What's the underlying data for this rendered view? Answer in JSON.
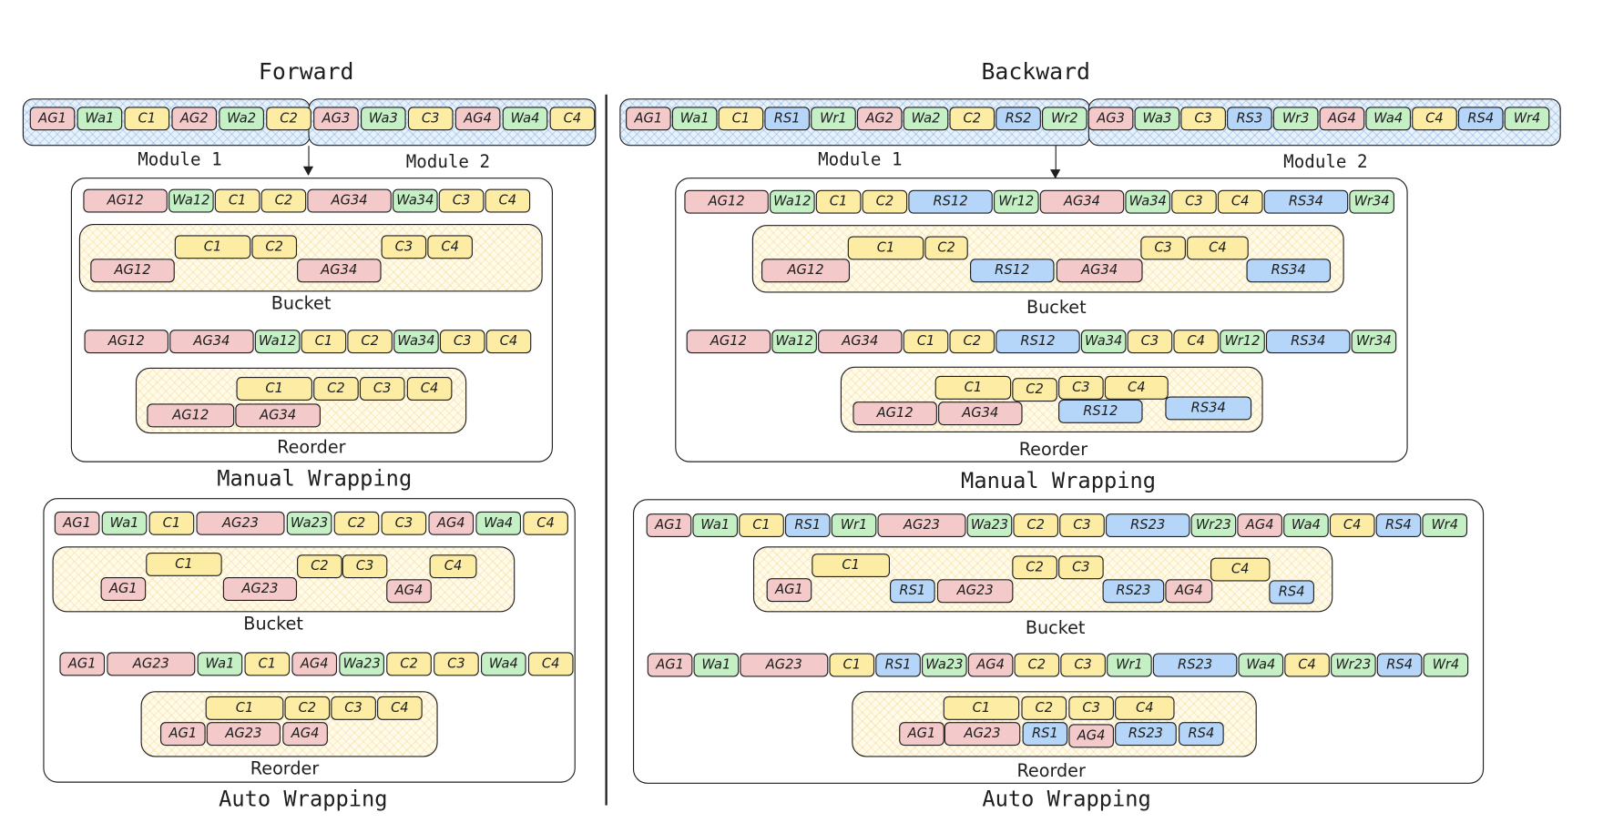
{
  "titles": {
    "forward": "Forward",
    "backward": "Backward"
  },
  "labels": {
    "module1": "Module 1",
    "module2": "Module 2",
    "bucket": "Bucket",
    "reorder": "Reorder",
    "manual": "Manual Wrapping",
    "auto": "Auto Wrapping"
  },
  "colors": {
    "AG": "#f3c9c9",
    "Wa": "#c5efc5",
    "Wr": "#c5efc5",
    "C": "#fdeca3",
    "RS": "#b5d6f8"
  },
  "forward": {
    "module_row": [
      "AG1",
      "Wa1",
      "C1",
      "AG2",
      "Wa2",
      "C2",
      "AG3",
      "Wa3",
      "C3",
      "AG4",
      "Wa4",
      "C4"
    ],
    "manual": {
      "bucket_seq": [
        "AG12",
        "Wa12",
        "C1",
        "C2",
        "AG34",
        "Wa34",
        "C3",
        "C4"
      ],
      "bucket_compute": [
        "C1",
        "C2",
        "C3",
        "C4"
      ],
      "bucket_comm": [
        "AG12",
        "AG34"
      ],
      "reorder_seq": [
        "AG12",
        "AG34",
        "Wa12",
        "C1",
        "C2",
        "Wa34",
        "C3",
        "C4"
      ],
      "reorder_compute": [
        "C1",
        "C2",
        "C3",
        "C4"
      ],
      "reorder_comm": [
        "AG12",
        "AG34"
      ]
    },
    "auto": {
      "bucket_seq": [
        "AG1",
        "Wa1",
        "C1",
        "AG23",
        "Wa23",
        "C2",
        "C3",
        "AG4",
        "Wa4",
        "C4"
      ],
      "bucket_compute": [
        "C1",
        "C2",
        "C3",
        "C4"
      ],
      "bucket_comm": [
        "AG1",
        "AG23",
        "AG4"
      ],
      "reorder_seq": [
        "AG1",
        "AG23",
        "Wa1",
        "C1",
        "AG4",
        "Wa23",
        "C2",
        "C3",
        "Wa4",
        "C4"
      ],
      "reorder_compute": [
        "C1",
        "C2",
        "C3",
        "C4"
      ],
      "reorder_comm": [
        "AG1",
        "AG23",
        "AG4"
      ]
    }
  },
  "backward": {
    "module_row": [
      "AG1",
      "Wa1",
      "C1",
      "RS1",
      "Wr1",
      "AG2",
      "Wa2",
      "C2",
      "RS2",
      "Wr2",
      "AG3",
      "Wa3",
      "C3",
      "RS3",
      "Wr3",
      "AG4",
      "Wa4",
      "C4",
      "RS4",
      "Wr4"
    ],
    "manual": {
      "bucket_seq": [
        "AG12",
        "Wa12",
        "C1",
        "C2",
        "RS12",
        "Wr12",
        "AG34",
        "Wa34",
        "C3",
        "C4",
        "RS34",
        "Wr34"
      ],
      "bucket_compute": [
        "C1",
        "C2",
        "C3",
        "C4"
      ],
      "bucket_comm": [
        "AG12",
        "RS12",
        "AG34",
        "RS34"
      ],
      "reorder_seq": [
        "AG12",
        "Wa12",
        "AG34",
        "C1",
        "C2",
        "RS12",
        "Wa34",
        "C3",
        "C4",
        "Wr12",
        "RS34",
        "Wr34"
      ],
      "reorder_compute": [
        "C1",
        "C2",
        "C3",
        "C4"
      ],
      "reorder_comm": [
        "AG12",
        "AG34",
        "RS12",
        "RS34"
      ]
    },
    "auto": {
      "bucket_seq": [
        "AG1",
        "Wa1",
        "C1",
        "RS1",
        "Wr1",
        "AG23",
        "Wa23",
        "C2",
        "C3",
        "RS23",
        "Wr23",
        "AG4",
        "Wa4",
        "C4",
        "RS4",
        "Wr4"
      ],
      "bucket_compute": [
        "C1",
        "C2",
        "C3",
        "C4"
      ],
      "bucket_comm": [
        "AG1",
        "RS1",
        "AG23",
        "RS23",
        "AG4",
        "RS4"
      ],
      "reorder_seq": [
        "AG1",
        "Wa1",
        "AG23",
        "C1",
        "RS1",
        "Wa23",
        "AG4",
        "C2",
        "C3",
        "Wr1",
        "RS23",
        "Wa4",
        "C4",
        "Wr23",
        "RS4",
        "Wr4"
      ],
      "reorder_compute": [
        "C1",
        "C2",
        "C3",
        "C4"
      ],
      "reorder_comm": [
        "AG1",
        "AG23",
        "RS1",
        "AG4",
        "RS23",
        "RS4"
      ]
    }
  }
}
